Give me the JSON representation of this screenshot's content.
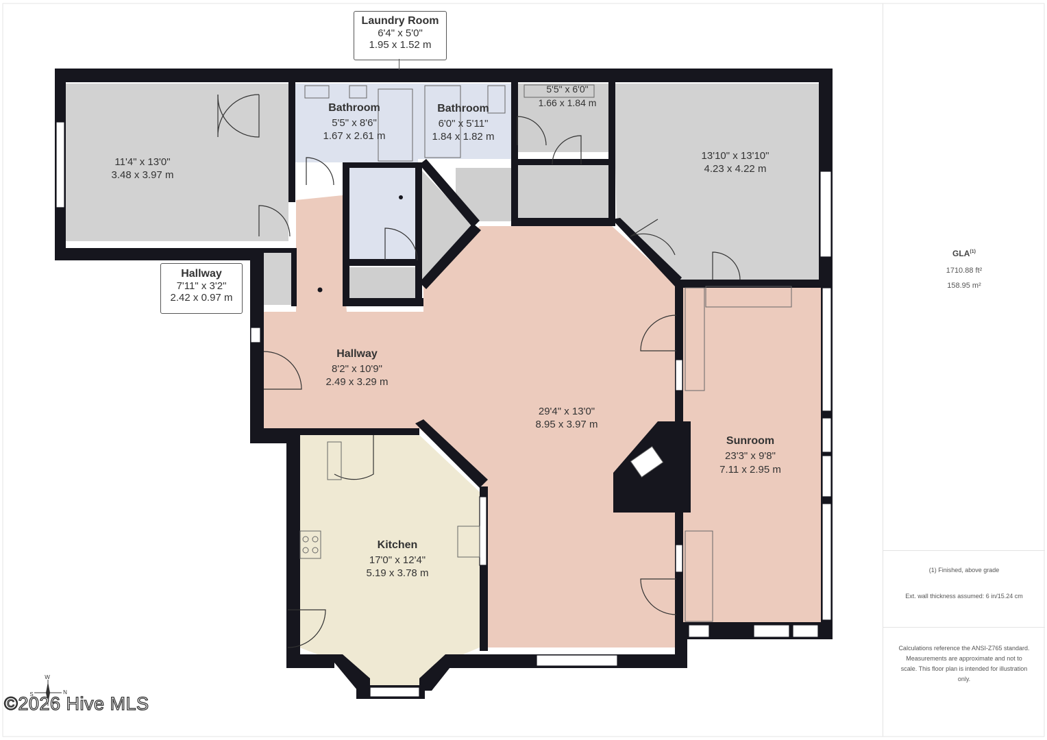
{
  "rooms": {
    "laundry": {
      "name": "Laundry Room",
      "imperial": "6'4\" x 5'0\"",
      "metric": "1.95 x 1.52 m"
    },
    "bedroom_left": {
      "imperial": "11'4\" x 13'0\"",
      "metric": "3.48 x 3.97 m"
    },
    "bath1": {
      "name": "Bathroom",
      "imperial": "5'5\" x 8'6\"",
      "metric": "1.67 x 2.61 m"
    },
    "bath2": {
      "name": "Bathroom",
      "imperial": "6'0\" x 5'11\"",
      "metric": "1.84 x 1.82 m"
    },
    "closet_top": {
      "imperial": "5'5\" x 6'0\"",
      "metric": "1.66 x 1.84 m"
    },
    "bedroom_right": {
      "imperial": "13'10\" x 13'10\"",
      "metric": "4.23 x 4.22 m"
    },
    "hallway_small": {
      "name": "Hallway",
      "imperial": "7'11\" x 3'2\"",
      "metric": "2.42 x 0.97 m"
    },
    "hallway": {
      "name": "Hallway",
      "imperial": "8'2\" x 10'9\"",
      "metric": "2.49 x 3.29 m"
    },
    "great_room": {
      "imperial": "29'4\" x 13'0\"",
      "metric": "8.95 x 3.97 m"
    },
    "sunroom": {
      "name": "Sunroom",
      "imperial": "23'3\" x 9'8\"",
      "metric": "7.11 x 2.95 m"
    },
    "kitchen": {
      "name": "Kitchen",
      "imperial": "17'0\" x 12'4\"",
      "metric": "5.19 x 3.78 m"
    }
  },
  "summary": {
    "title": "GLA",
    "title_sup": "(1)",
    "area_ft": "1710.88 ft²",
    "area_m": "158.95 m²",
    "note_finished": "(1) Finished, above grade",
    "note_wall": "Ext. wall thickness assumed: 6 in/15.24 cm",
    "note_disclaimer": "Calculations reference the ANSI-Z765 standard. Measurements are approximate and not to scale. This floor plan is intended for illustration only."
  },
  "compass": {
    "w": "W",
    "s": "S",
    "n": "N"
  },
  "watermark": "©2026 Hive MLS",
  "colors": {
    "wall": "#16161e",
    "bedroom": "#d2d2d2",
    "bath": "#dde2ee",
    "living": "#eccbbd",
    "kitchen": "#efe9d3",
    "utility": "#cfcfcf"
  }
}
